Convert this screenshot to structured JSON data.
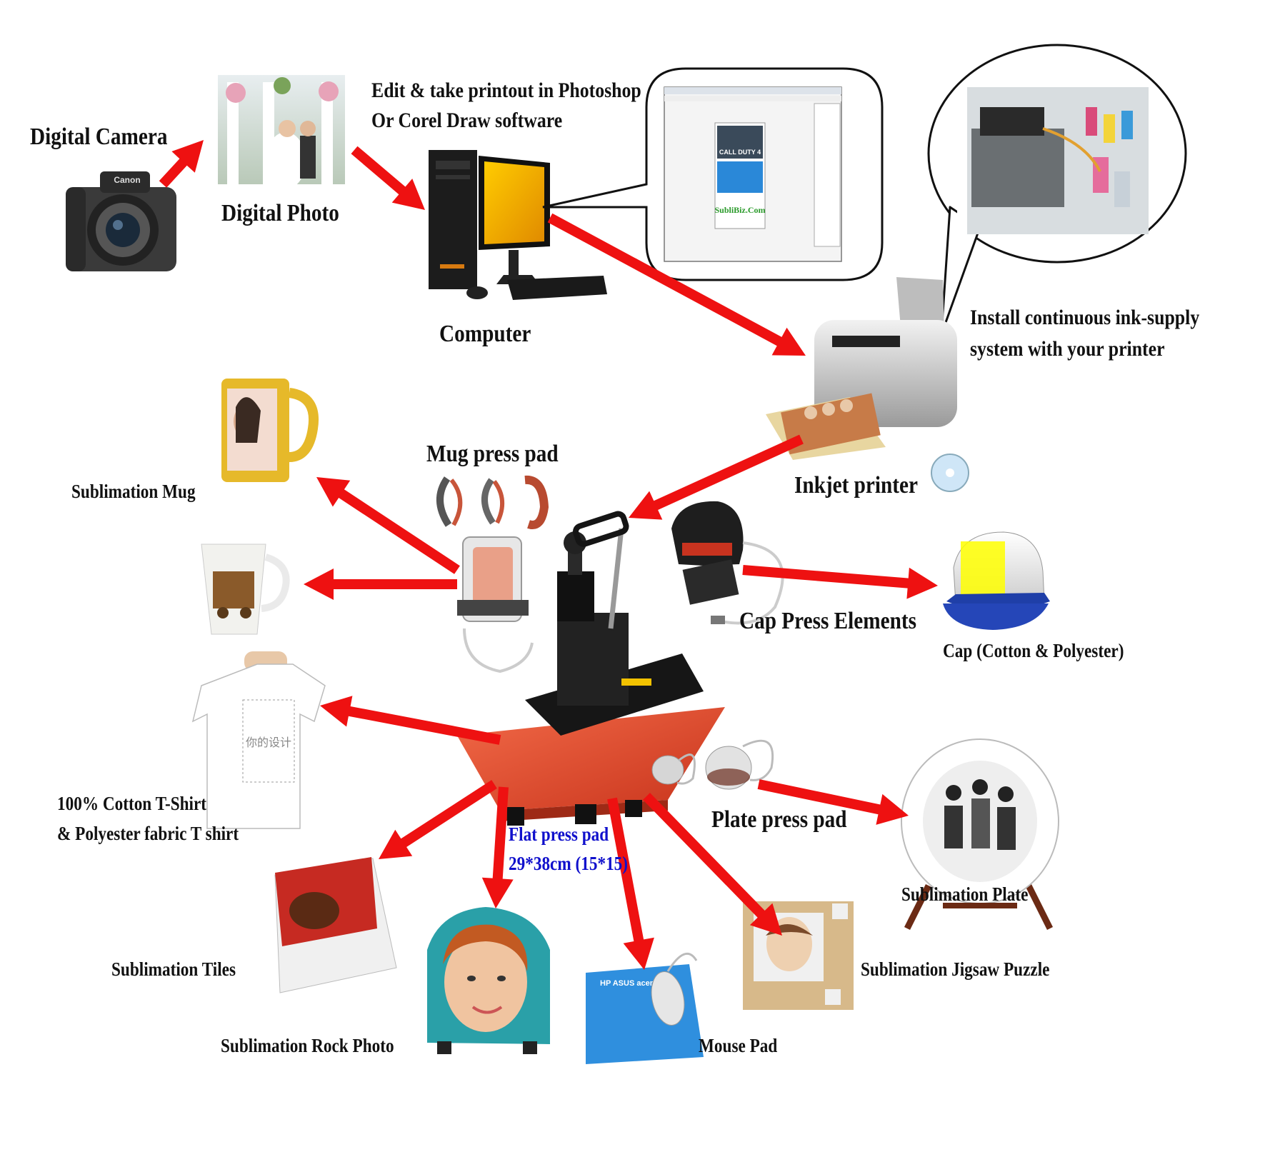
{
  "labels": {
    "digital_camera": "Digital Camera",
    "digital_photo": "Digital Photo",
    "edit_line1": "Edit & take printout in Photoshop",
    "edit_line2": "Or Corel Draw software",
    "computer": "Computer",
    "install_line1": "Install  continuous  ink-supply",
    "install_line2": "system with your printer",
    "inkjet_printer": "Inkjet printer",
    "mug_press_pad": "Mug press pad",
    "sublimation_mug": "Sublimation Mug",
    "cap_press_elements": "Cap Press Elements",
    "cap": "Cap (Cotton & Polyester)",
    "tshirt_line1": "100% Cotton T-Shirt",
    "tshirt_line2": "& Polyester fabric T shirt",
    "flat_press_line1": "Flat press pad",
    "flat_press_line2": "29*38cm (15*15)",
    "plate_press_pad": "Plate press pad",
    "sublimation_plate": "Sublimation Plate",
    "sublimation_tiles": "Sublimation Tiles",
    "sublimation_rock_photo": "Sublimation Rock Photo",
    "mouse_pad": "Mouse Pad",
    "sublimation_jigsaw_puzzle": "Sublimation Jigsaw Puzzle"
  },
  "screen_text": {
    "cod_title": "CALL DUTY 4",
    "watermark": "SubliBiz.Com"
  },
  "image_text": {
    "camera_brand": "Canon",
    "mousepad_brands": "HP  ASUS  acer",
    "tshirt_print": "你的设计"
  },
  "colors": {
    "arrow": "#ee1111",
    "press_plate": "#e24a2e",
    "press_body": "#1e1e1e",
    "label": "#111111",
    "flat_press_text": "#1010cc"
  }
}
